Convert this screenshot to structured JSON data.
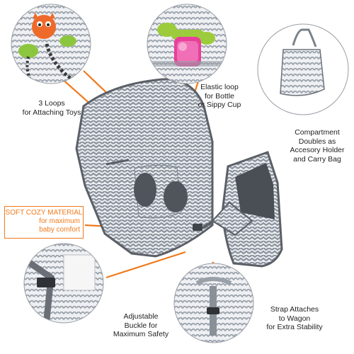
{
  "colors": {
    "accent": "#f07a1d",
    "fabric_base": "#d7dbe1",
    "chevron": "#8a929c",
    "trim": "#5b5f66"
  },
  "callouts": {
    "loops": [
      "3 Loops",
      "for Attaching Toys"
    ],
    "elastic": [
      "Elastic loop",
      "for Bottle",
      "or Sippy Cup"
    ],
    "compartment": [
      "Compartment",
      "Doubles as",
      "Accesory Holder",
      "and Carry Bag"
    ],
    "soft": [
      "SOFT COZY MATERIAL",
      "for maximum",
      "baby comfort"
    ],
    "buckle": [
      "Adjustable",
      "Buckle for",
      "Maximum Safety"
    ],
    "strap": [
      "Strap Attaches",
      "to Wagon",
      "for Extra Stability"
    ]
  },
  "icons": {
    "toy": "orange-fox-toy-icon",
    "bottle": "sippy-cup-icon",
    "bag": "carry-bag-icon"
  }
}
